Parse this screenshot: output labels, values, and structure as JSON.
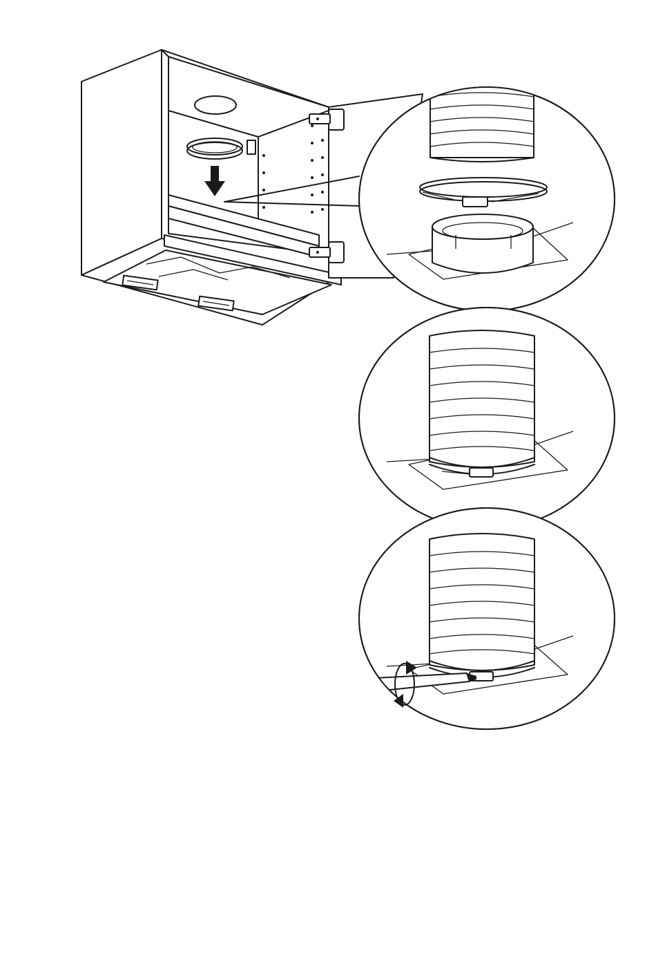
{
  "illustration": {
    "kind": "assembly-instruction",
    "colors": {
      "line": "#1a1a1a",
      "background": "#ffffff"
    },
    "steps": [
      {
        "id": "cabinet-overview",
        "icon": "down-arrow-icon"
      },
      {
        "id": "detail-clamp-exploded"
      },
      {
        "id": "detail-clamp-fitted"
      },
      {
        "id": "detail-clamp-tighten",
        "icon": "rotate-clockwise-icon"
      }
    ]
  }
}
